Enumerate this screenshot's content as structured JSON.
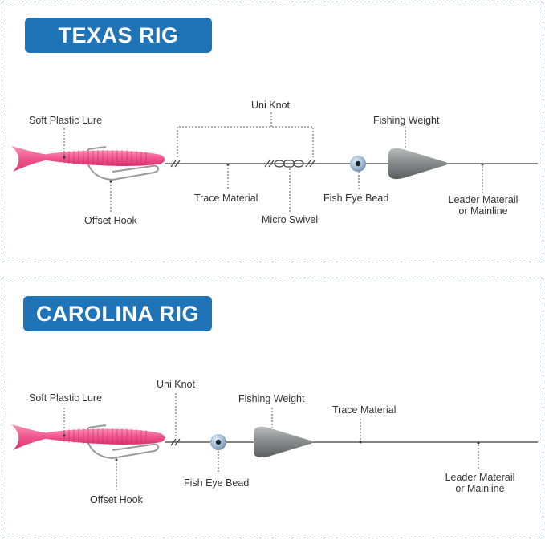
{
  "texas": {
    "title": "TEXAS RIG",
    "labels": {
      "soft_plastic_lure": "Soft Plastic Lure",
      "uni_knot": "Uni Knot",
      "fishing_weight": "Fishing Weight",
      "trace_material": "Trace Material",
      "fish_eye_bead": "Fish Eye Bead",
      "leader_line1": "Leader Materail",
      "leader_line2": "or Mainline",
      "offset_hook": "Offset Hook",
      "micro_swivel": "Micro Swivel"
    }
  },
  "carolina": {
    "title": "CAROLINA RIG",
    "labels": {
      "uni_knot": "Uni Knot",
      "soft_plastic_lure": "Soft Plastic Lure",
      "fishing_weight": "Fishing Weight",
      "trace_material": "Trace Material",
      "fish_eye_bead": "Fish Eye Bead",
      "leader_line1": "Leader Materail",
      "leader_line2": "or Mainline",
      "offset_hook": "Offset Hook"
    }
  },
  "colors": {
    "badge": "#1f73b7",
    "lure": "#f0568c",
    "line": "#3a3a3a",
    "weight": "#8a8c8e",
    "bead": "#9fb9d2"
  }
}
